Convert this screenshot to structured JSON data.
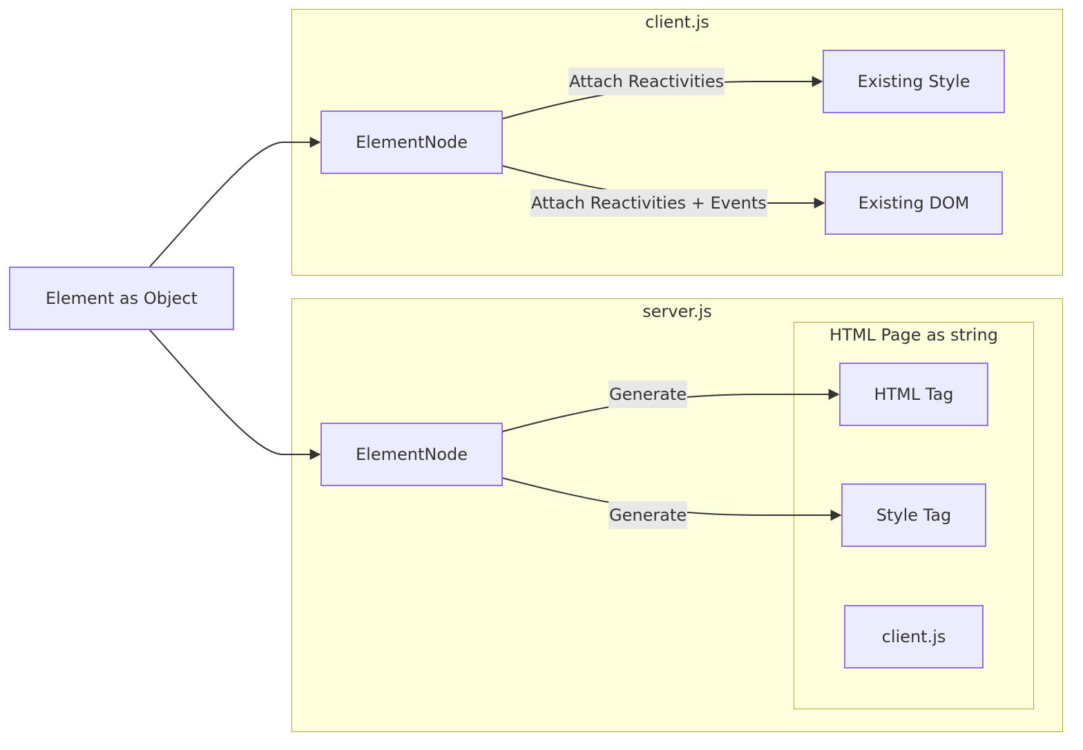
{
  "clusters": {
    "client": {
      "title": "client.js"
    },
    "server": {
      "title": "server.js"
    },
    "html_page": {
      "title": "HTML Page as string"
    }
  },
  "nodes": {
    "element_object": "Element as Object",
    "client_element_node": "ElementNode",
    "existing_style": "Existing Style",
    "existing_dom": "Existing DOM",
    "server_element_node": "ElementNode",
    "html_tag": "HTML Tag",
    "style_tag": "Style Tag",
    "client_js": "client.js"
  },
  "edges": {
    "attach_reactivities": "Attach Reactivities",
    "attach_reactivities_events": "Attach Reactivities + Events",
    "generate_html": "Generate",
    "generate_style": "Generate"
  },
  "colors": {
    "node_fill": "#ececff",
    "node_stroke": "#9370db",
    "cluster_fill": "#ffffde",
    "cluster_stroke": "#aaaa33",
    "edge": "#333333",
    "label_bg": "#e8e8e8"
  }
}
